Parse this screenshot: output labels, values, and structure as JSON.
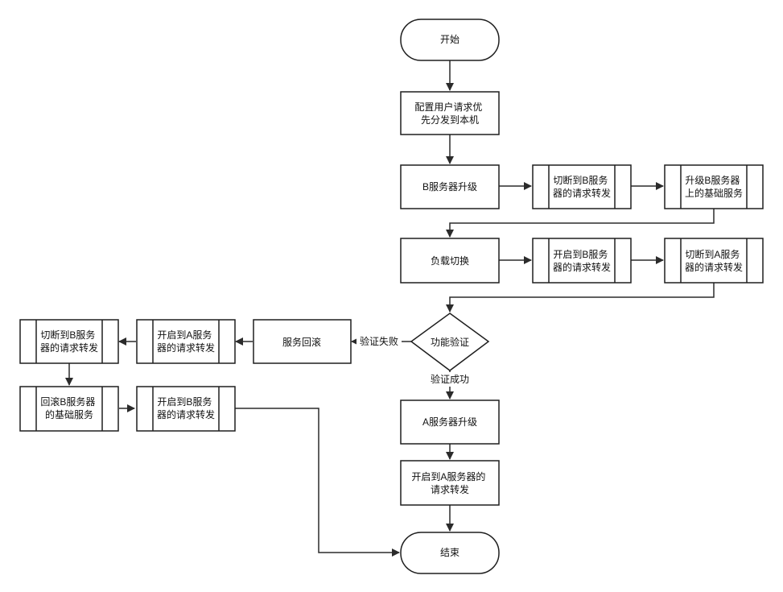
{
  "nodes": {
    "start": [
      "开始"
    ],
    "config": [
      "配置用户请求优",
      "先分发到本机"
    ],
    "b_upgrade": [
      "B服务器升级"
    ],
    "cut_b": [
      "切断到B服务",
      "器的请求转发"
    ],
    "upgrade_b_base": [
      "升级B服务器",
      "上的基础服务"
    ],
    "load_switch": [
      "负载切换"
    ],
    "open_b": [
      "开启到B服务",
      "器的请求转发"
    ],
    "cut_a": [
      "切断到A服务",
      "器的请求转发"
    ],
    "verify": [
      "功能验证"
    ],
    "rollback": [
      "服务回滚"
    ],
    "rb_open_a": [
      "开启到A服务",
      "器的请求转发"
    ],
    "rb_cut_b": [
      "切断到B服务",
      "器的请求转发"
    ],
    "rb_base": [
      "回滚B服务器",
      "的基础服务"
    ],
    "rb_open_b": [
      "开启到B服务",
      "器的请求转发"
    ],
    "a_upgrade": [
      "A服务器升级"
    ],
    "open_a_final": [
      "开启到A服务器的",
      "请求转发"
    ],
    "end": [
      "结束"
    ]
  },
  "edges": {
    "fail": "验证失败",
    "success": "验证成功"
  }
}
